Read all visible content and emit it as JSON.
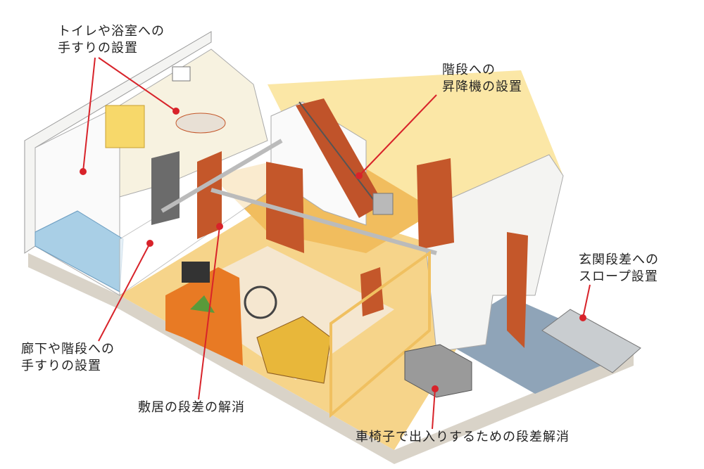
{
  "labels": {
    "toilet_bath_handrail": [
      "トイレや浴室への",
      "手すりの設置"
    ],
    "stair_lift": [
      "階段への",
      "昇降機の設置"
    ],
    "entrance_slope": [
      "玄関段差への",
      "スロープ設置"
    ],
    "hall_stair_handrail": [
      "廊下や階段への",
      "手すりの設置"
    ],
    "threshold": "敷居の段差の解消",
    "wheelchair_entry": "車椅子で出入りするための段差解消"
  },
  "colors": {
    "leader": "#d8232a",
    "door": "#c4572a",
    "floor": "#f3c56a",
    "bath": "#a9cfe6",
    "entrance": "#8fa4b8"
  }
}
